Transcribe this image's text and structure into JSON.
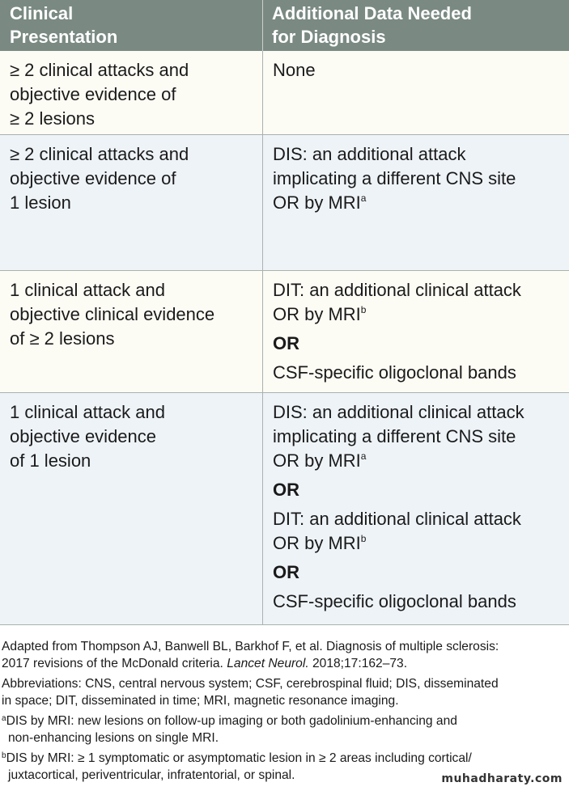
{
  "table": {
    "header": {
      "left_line1": "Clinical",
      "left_line2": "Presentation",
      "right_line1": "Additional Data Needed",
      "right_line2": "for Diagnosis"
    },
    "rows": [
      {
        "presentation": [
          "≥ 2 clinical attacks and",
          "objective evidence of",
          "≥ 2 lesions"
        ],
        "data": {
          "line1": "None"
        }
      },
      {
        "presentation": [
          "≥ 2 clinical attacks and",
          "objective evidence of",
          "1 lesion"
        ],
        "data": {
          "line1": "DIS: an additional attack",
          "line2": "implicating a different CNS site",
          "line3": "OR by MRI",
          "sup": "a"
        }
      },
      {
        "presentation": [
          "1 clinical attack and",
          "objective clinical evidence",
          "of ≥ 2 lesions"
        ],
        "data": {
          "line1": "DIT: an additional clinical attack",
          "line2": "OR by MRI",
          "sup": "b",
          "or": "OR",
          "line3": "CSF-specific oligoclonal bands"
        }
      },
      {
        "presentation": [
          "1 clinical attack and",
          "objective evidence",
          "of 1 lesion"
        ],
        "data": {
          "line1": "DIS: an additional clinical attack",
          "line2": "implicating a different CNS site",
          "line3": "OR by MRI",
          "sup1": "a",
          "or1": "OR",
          "line4": "DIT: an additional clinical attack",
          "line5": "OR by MRI",
          "sup2": "b",
          "or2": "OR",
          "line6": "CSF-specific oligoclonal bands"
        }
      }
    ]
  },
  "footnotes": {
    "source_pre": "Adapted from Thompson AJ, Banwell BL, Barkhof F, et al. Diagnosis of multiple sclerosis:",
    "source_line2_pre": "2017 revisions of the McDonald criteria. ",
    "source_journal": "Lancet Neurol.",
    "source_line2_post": " 2018;17:162–73.",
    "abbrev_line1": "Abbreviations:  CNS, central nervous system; CSF, cerebrospinal fluid; DIS, disseminated",
    "abbrev_line2": "in space; DIT, disseminated in time; MRI, magnetic resonance imaging.",
    "a_marker": "a",
    "a_line1": "DIS by MRI: new lesions on follow-up imaging or both gadolinium-enhancing and",
    "a_line2": "non-enhancing lesions on single MRI.",
    "b_marker": "b",
    "b_line1": "DIS by MRI: ≥ 1 symptomatic or asymptomatic lesion in ≥ 2 areas including cortical/",
    "b_line2": "juxtacortical, periventricular, infratentorial, or spinal."
  },
  "watermark": "muhadharaty.com",
  "colors": {
    "header_bg": "#7a8a83",
    "row_cream": "#fcfbf4",
    "row_blue": "#eef3f8"
  }
}
